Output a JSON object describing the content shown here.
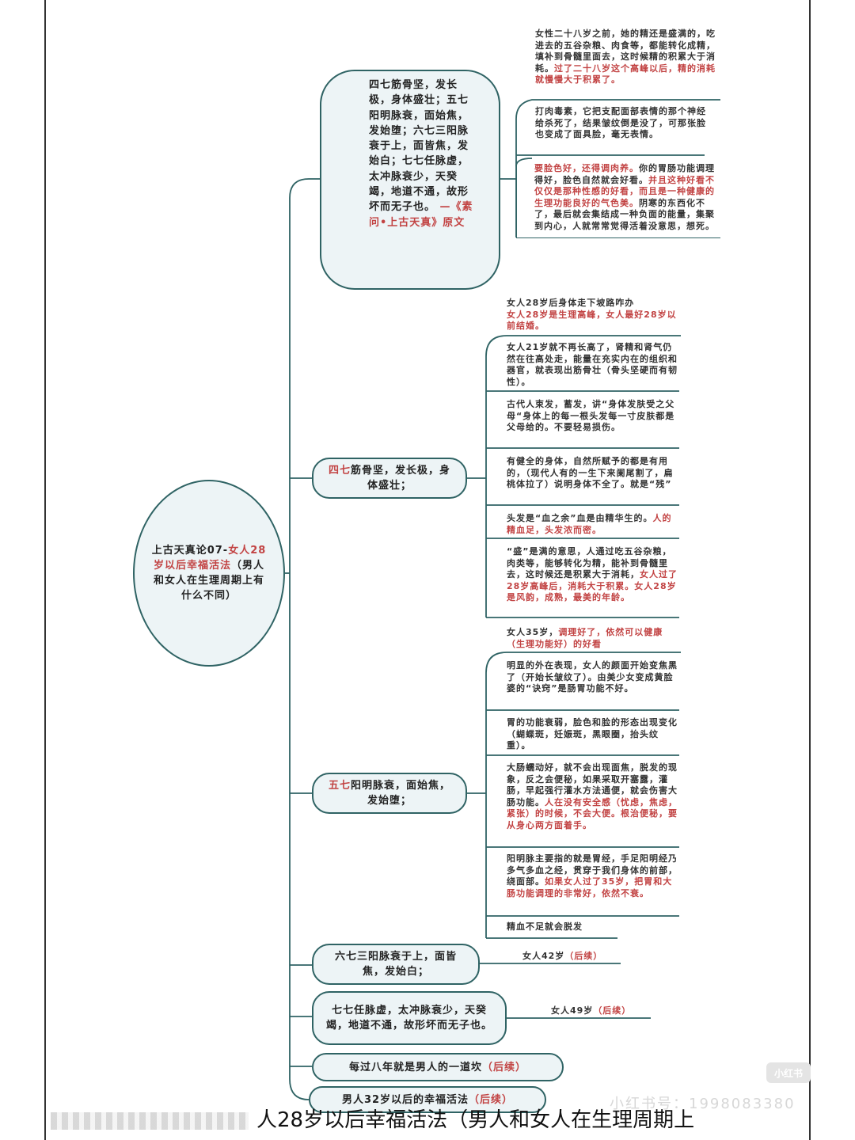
{
  "root": {
    "prefix": "上古天真论07-",
    "highlight": "女人28岁以后幸福活法",
    "suffix": "（男人和女人在生理周期上有什么不同）"
  },
  "classic": {
    "body": "四七筋骨坚，发长极，身体盛壮；五七阳明脉衰，面始焦，发始堕；六七三阳脉衰于上，面皆焦，发始白；七七任脉虚，太冲脉衰少，天癸竭，地道不通，故形坏而无子也。",
    "source": "—《素问•上古天真》原文"
  },
  "classic_notes": [
    {
      "text": "女性二十八岁之前，她的精还是盛满的，吃进去的五谷杂粮、肉食等，都能转化成精，填补到骨髓里面去，这时候精的积累大于消耗。",
      "red": "过了二十八岁这个高峰以后，精的消耗就慢慢大于积累了。"
    },
    {
      "text": "打肉毒素，它把支配面部表情的那个神经给杀死了，结果皱纹倒是没了，可那张脸也变成了面具脸，毫无表情。",
      "red": ""
    },
    {
      "red": "要脸色好，还得调肉养。",
      "text": "你的胃肠功能调理得好，脸色自然就会好看。",
      "red2": "并且这种好看不仅仅是那种性感的好看，而且是一种健康的生理功能良好的气色美。",
      "text2": "阴寒的东西化不了，最后就会集结成一种负面的能量，集聚到内心，人就常常觉得活着没意思，想死。"
    }
  ],
  "branch_four": {
    "num": "四七",
    "text": "筋骨坚，发长极，身体盛壮；",
    "header_a": "女人28岁后身体走下坡路咋办",
    "header_b": "女人28岁是生理高峰，女人最好28岁以前结婚。",
    "notes": [
      "女人21岁就不再长高了，肾精和肾气仍然在往高处走，能量在充实内在的组织和器官，就表现出筋骨壮（骨头坚硬而有韧性）。",
      "古代人束发，蓄发，讲“身体发肤受之父母“身体上的每一根头发每一寸皮肤都是父母给的。不要轻易损伤。",
      "有健全的身体，自然所赋予的都是有用的，（现代人有的一生下来阑尾割了，扁桃体拉了）说明身体不全了。就是“残”"
    ],
    "hair_text": "头发是“血之余”血是由精华生的。",
    "hair_red": "人的精血足，头发浓而密。",
    "sheng_text": "“盛”是满的意思，人通过吃五谷杂粮，肉类等，能够转化为精，能补到骨髓里去，这时候还是积累大于消耗，",
    "sheng_red": "女人过了28岁高峰后，消耗大于积累。女人28岁是风韵，成熟，最美的年龄。"
  },
  "branch_five": {
    "num": "五七",
    "text": "阳明脉衰，面始焦，发始堕；",
    "header_a": "女人35岁，",
    "header_b": "调理好了，依然可以健康（生理功能好）的好看",
    "notes": [
      "明显的外在表现，女人的颜面开始变焦黑了（开始长皱纹了）。由美少女变成黄脸婆的“诀窍”是肠胃功能不好。",
      "胃的功能衰弱，脸色和脸的形态出现变化（蝴蝶斑，妊娠斑，黑眼圈，抬头纹重）。"
    ],
    "gut_text": "大肠蠕动好，就不会出现面焦，脱发的现象，反之会便秘，如果采取开塞露，灌肠，早起强行灌水方法通便，就会伤害大肠功能。",
    "gut_red": "人在没有安全感（忧虑，焦虑，紧张）的时候，不会大便。根治便秘，要从身心两方面着手。",
    "yangming_text": "阳明脉主要指的就是胃经，手足阳明经乃多气多血之经，贯穿于我们身体的前部，绕面部。",
    "yangming_red": "如果女人过了35岁，把胃和大肠功能调理的非常好，依然不衰。",
    "last": "精血不足就会脱发"
  },
  "branch_six": {
    "text": "六七三阳脉衰于上，面皆焦，发始白；",
    "tail": "女人42岁",
    "tail_red": "（后续）"
  },
  "branch_seven": {
    "text": "七七任脉虚，太冲脉衰少，天癸竭，地道不通，故形坏而无子也。",
    "tail": "女人49岁",
    "tail_red": "（后续）"
  },
  "branch_eight": {
    "text": "每过八年就是男人的一道坎",
    "red": "（后续）"
  },
  "branch_men": {
    "text": "男人32岁以后的幸福活法",
    "red": "（后续）"
  },
  "caption": {
    "text": "人28岁以后幸福活法（男人和女人在生理周期上"
  },
  "watermark": {
    "text": "小红书号：1998083380",
    "logo": "小红书"
  },
  "colors": {
    "line": "#2f6364",
    "node_fill": "#edf4f6",
    "highlight": "#c24343"
  }
}
